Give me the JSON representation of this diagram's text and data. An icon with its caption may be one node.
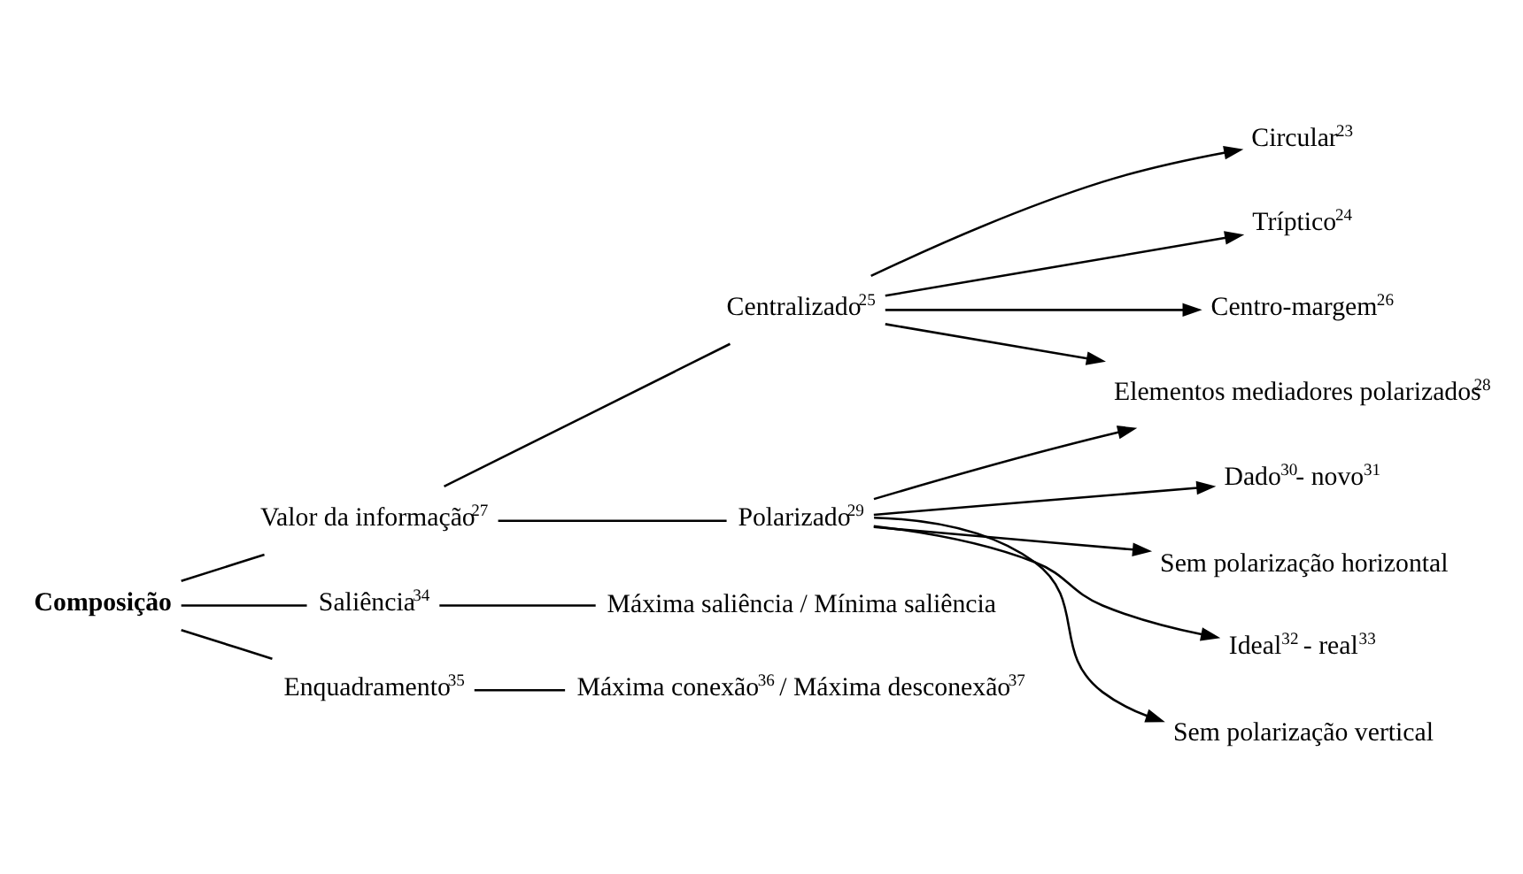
{
  "diagram": {
    "nodes": [
      {
        "text": [
          "Composição"
        ]
      },
      {
        "text": [
          "Valor da informação$^{27}$"
        ]
      },
      {
        "text": [
          "Centralizado$^{25}$"
        ]
      },
      {
        "text": [
          "Circular$^{23}$"
        ]
      },
      {
        "text": [
          "Tríptico$^{24}$"
        ]
      },
      {
        "text": [
          "Centro-margem$^{26}$"
        ]
      },
      {
        "text": [
          "Elementos mediadores polarizados$^{28}$"
        ]
      },
      {
        "text": [
          "Polarizado$^{29}$"
        ]
      },
      {
        "text": [
          "Dado$^{30}$- novo$^{31}$"
        ]
      },
      {
        "text": [
          "Sem polarização horizontal"
        ]
      },
      {
        "text": [
          "Ideal$^{32}$ - real$^{33}$"
        ]
      },
      {
        "text": [
          "Sem polarização vertical"
        ]
      },
      {
        "text": [
          "Saliência$^{34}$"
        ]
      },
      {
        "text": [
          "Máxima saliência / Mínima saliência"
        ]
      },
      {
        "text": [
          "Enquadramento$^{35}$"
        ]
      },
      {
        "text": [
          "Máxima conexão$^{36}$ / Máxima desconexão$^{37}$"
        ]
      }
    ],
    "edges": [
      {
        "from": 0,
        "to": 1,
        "arrow": "none"
      },
      {
        "from": 0,
        "to": 12,
        "arrow": "none"
      },
      {
        "from": 0,
        "to": 14,
        "arrow": "none"
      },
      {
        "from": 1,
        "to": 2,
        "arrow": "none"
      },
      {
        "from": 1,
        "to": 7,
        "arrow": "none"
      },
      {
        "from": 2,
        "to": 3,
        "arrow": "to"
      },
      {
        "from": 2,
        "to": 4,
        "arrow": "to"
      },
      {
        "from": 2,
        "to": 5,
        "arrow": "to"
      },
      {
        "from": 2,
        "to": 6,
        "arrow": "to"
      },
      {
        "from": 7,
        "to": 6,
        "arrow": "to"
      },
      {
        "from": 7,
        "to": 8,
        "arrow": "to"
      },
      {
        "from": 7,
        "to": 9,
        "arrow": "to"
      },
      {
        "from": 7,
        "to": 10,
        "arrow": "to"
      },
      {
        "from": 7,
        "to": 11,
        "arrow": "to"
      },
      {
        "from": 12,
        "to": 13,
        "arrow": "none"
      },
      {
        "from": 14,
        "to": 15,
        "arrow": "none"
      }
    ]
  }
}
